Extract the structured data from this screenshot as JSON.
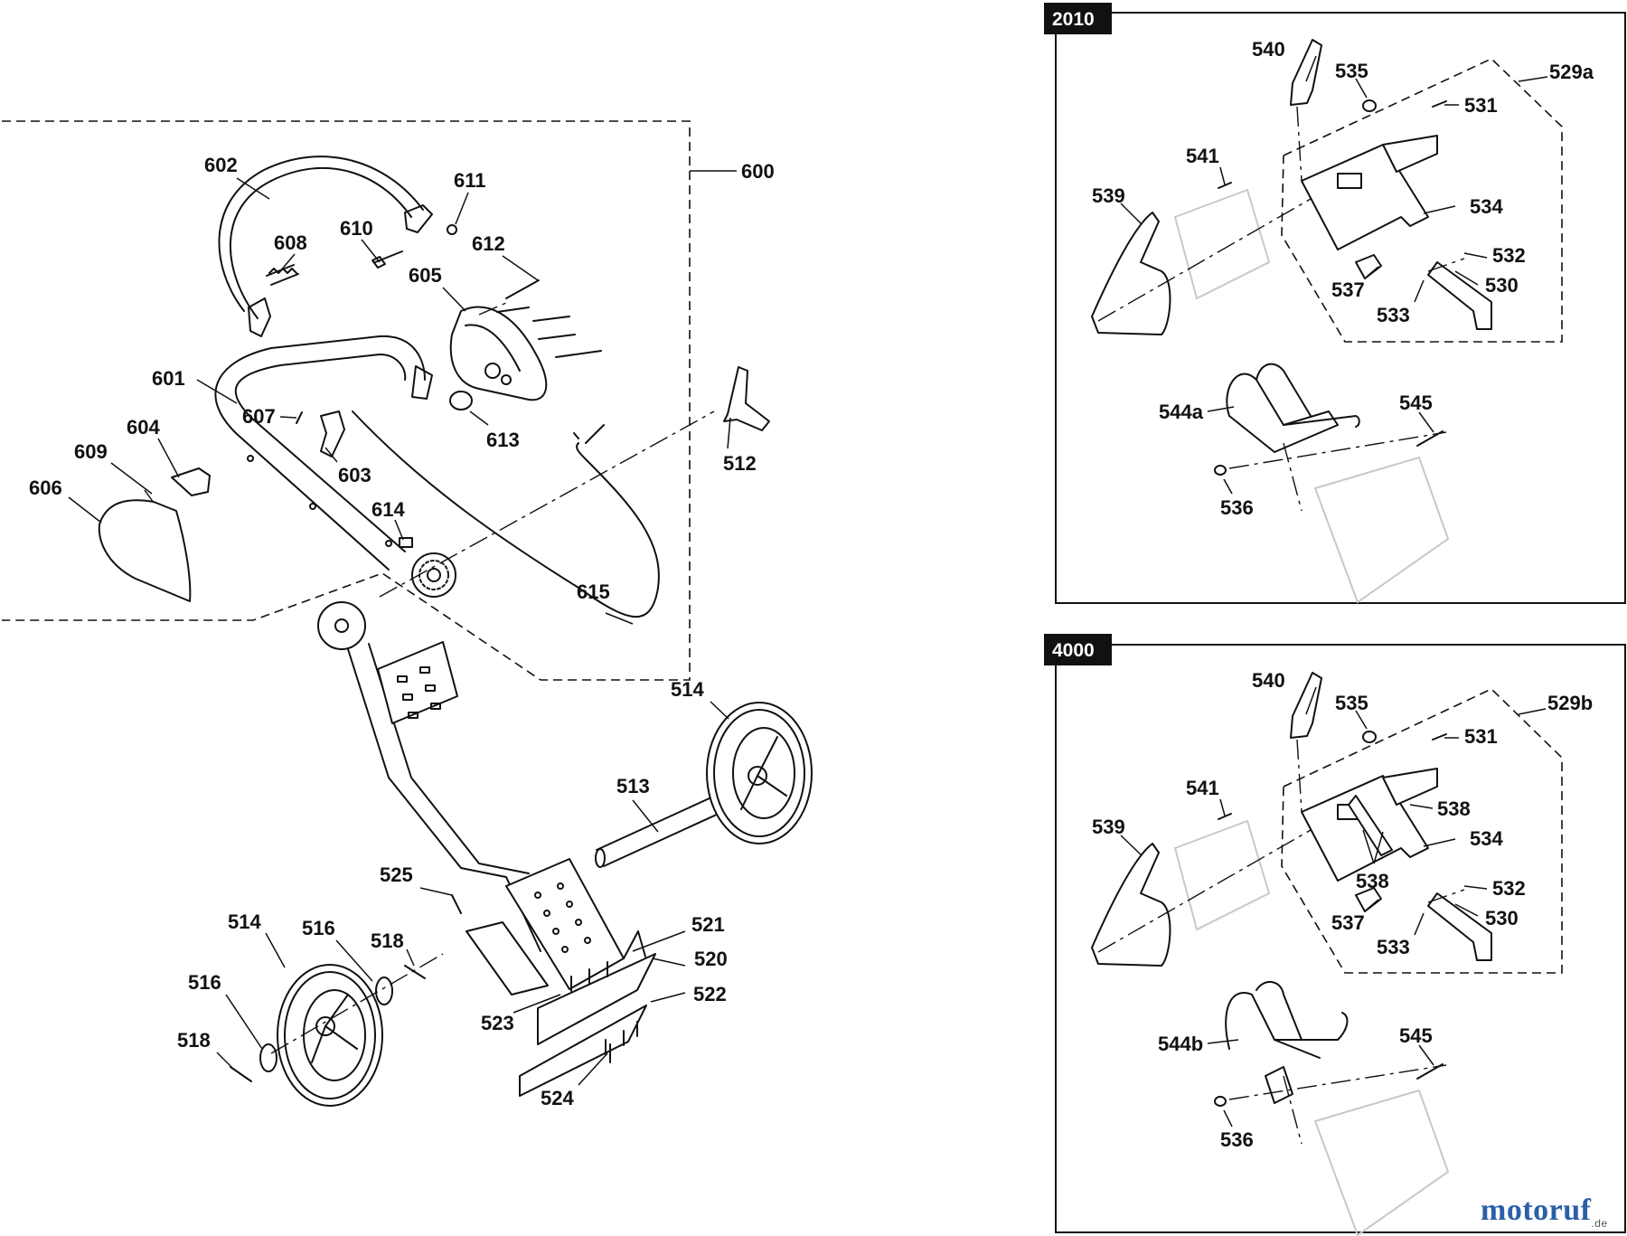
{
  "diagram": {
    "main_labels": {
      "p600": "600",
      "p601": "601",
      "p602": "602",
      "p603": "603",
      "p604": "604",
      "p605": "605",
      "p606": "606",
      "p607": "607",
      "p608": "608",
      "p609": "609",
      "p610": "610",
      "p611": "611",
      "p612": "612",
      "p613": "613",
      "p614": "614",
      "p615": "615",
      "p512": "512",
      "p513": "513",
      "p514a": "514",
      "p514b": "514",
      "p516a": "516",
      "p516b": "516",
      "p518a": "518",
      "p518b": "518",
      "p520": "520",
      "p521": "521",
      "p522": "522",
      "p523": "523",
      "p524": "524",
      "p525": "525"
    },
    "panel_2010": {
      "tag": "2010",
      "labels": {
        "p540": "540",
        "p535": "535",
        "p529": "529a",
        "p531": "531",
        "p541": "541",
        "p539": "539",
        "p534": "534",
        "p532": "532",
        "p537": "537",
        "p530": "530",
        "p533": "533",
        "p544": "544a",
        "p545": "545",
        "p536": "536"
      }
    },
    "panel_4000": {
      "tag": "4000",
      "labels": {
        "p540": "540",
        "p535": "535",
        "p529": "529b",
        "p531": "531",
        "p541": "541",
        "p539": "539",
        "p538a": "538",
        "p534": "534",
        "p538b": "538",
        "p532": "532",
        "p537": "537",
        "p530": "530",
        "p533": "533",
        "p544": "544b",
        "p545": "545",
        "p536": "536"
      }
    }
  },
  "watermark": {
    "name": "motoruf",
    "domain": ".de"
  }
}
